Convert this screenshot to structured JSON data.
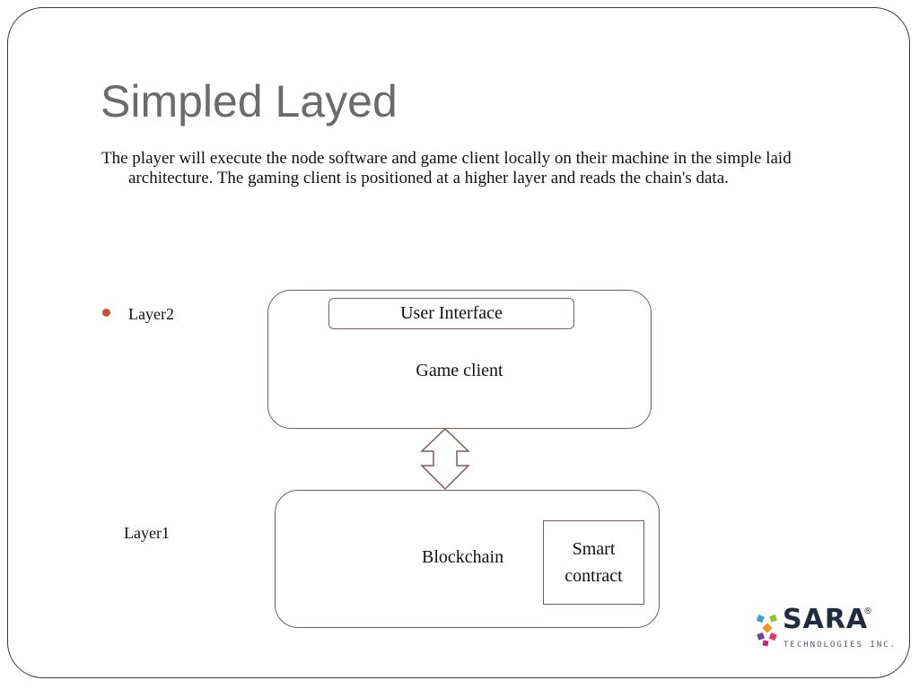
{
  "slide": {
    "title": "Simpled Layed",
    "body": "The player will execute the node software and game client locally on their machine in the simple laid architecture. The gaming client is positioned at a higher layer and reads the chain's data."
  },
  "diagram": {
    "layer2_label": "Layer2",
    "layer1_label": "Layer1",
    "user_interface": "User Interface",
    "game_client": "Game client",
    "blockchain": "Blockchain",
    "smart_contract_line1": "Smart",
    "smart_contract_line2": "contract"
  },
  "logo": {
    "name": "SARA",
    "registered": "®",
    "tagline": "TECHNOLOGIES INC."
  },
  "colors": {
    "bullet": "#c8502a",
    "box_stroke": "#7a5c5c",
    "title": "#6b6b6b"
  }
}
